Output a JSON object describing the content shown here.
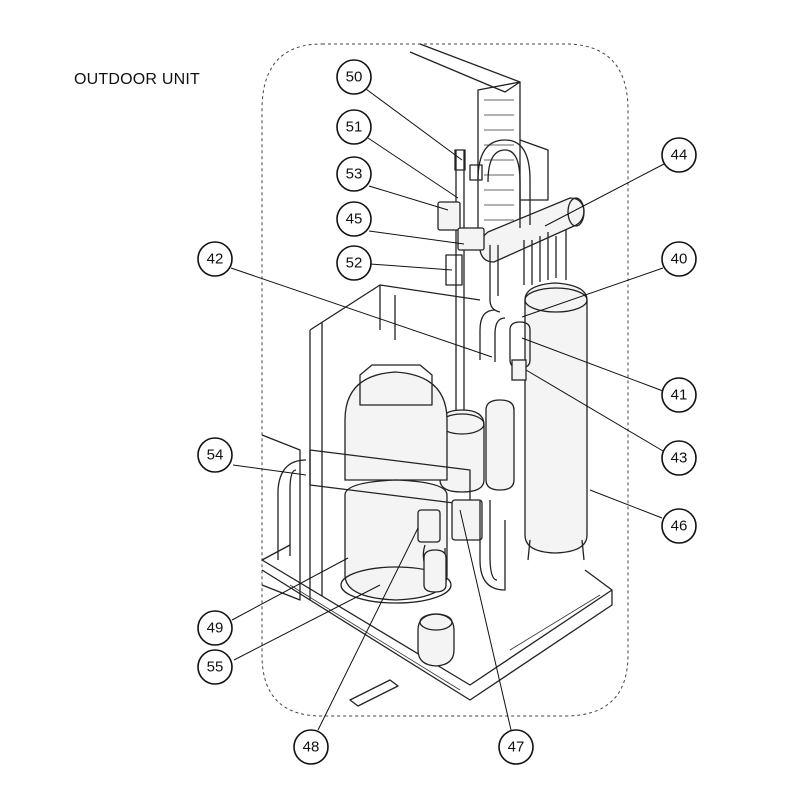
{
  "title": "OUTDOOR UNIT",
  "callouts": [
    {
      "id": "c50",
      "label": "50"
    },
    {
      "id": "c51",
      "label": "51"
    },
    {
      "id": "c53",
      "label": "53"
    },
    {
      "id": "c45",
      "label": "45"
    },
    {
      "id": "c52",
      "label": "52"
    },
    {
      "id": "c42",
      "label": "42"
    },
    {
      "id": "c44",
      "label": "44"
    },
    {
      "id": "c40",
      "label": "40"
    },
    {
      "id": "c41",
      "label": "41"
    },
    {
      "id": "c43",
      "label": "43"
    },
    {
      "id": "c54",
      "label": "54"
    },
    {
      "id": "c46",
      "label": "46"
    },
    {
      "id": "c49",
      "label": "49"
    },
    {
      "id": "c55",
      "label": "55"
    },
    {
      "id": "c48",
      "label": "48"
    },
    {
      "id": "c47",
      "label": "47"
    }
  ]
}
